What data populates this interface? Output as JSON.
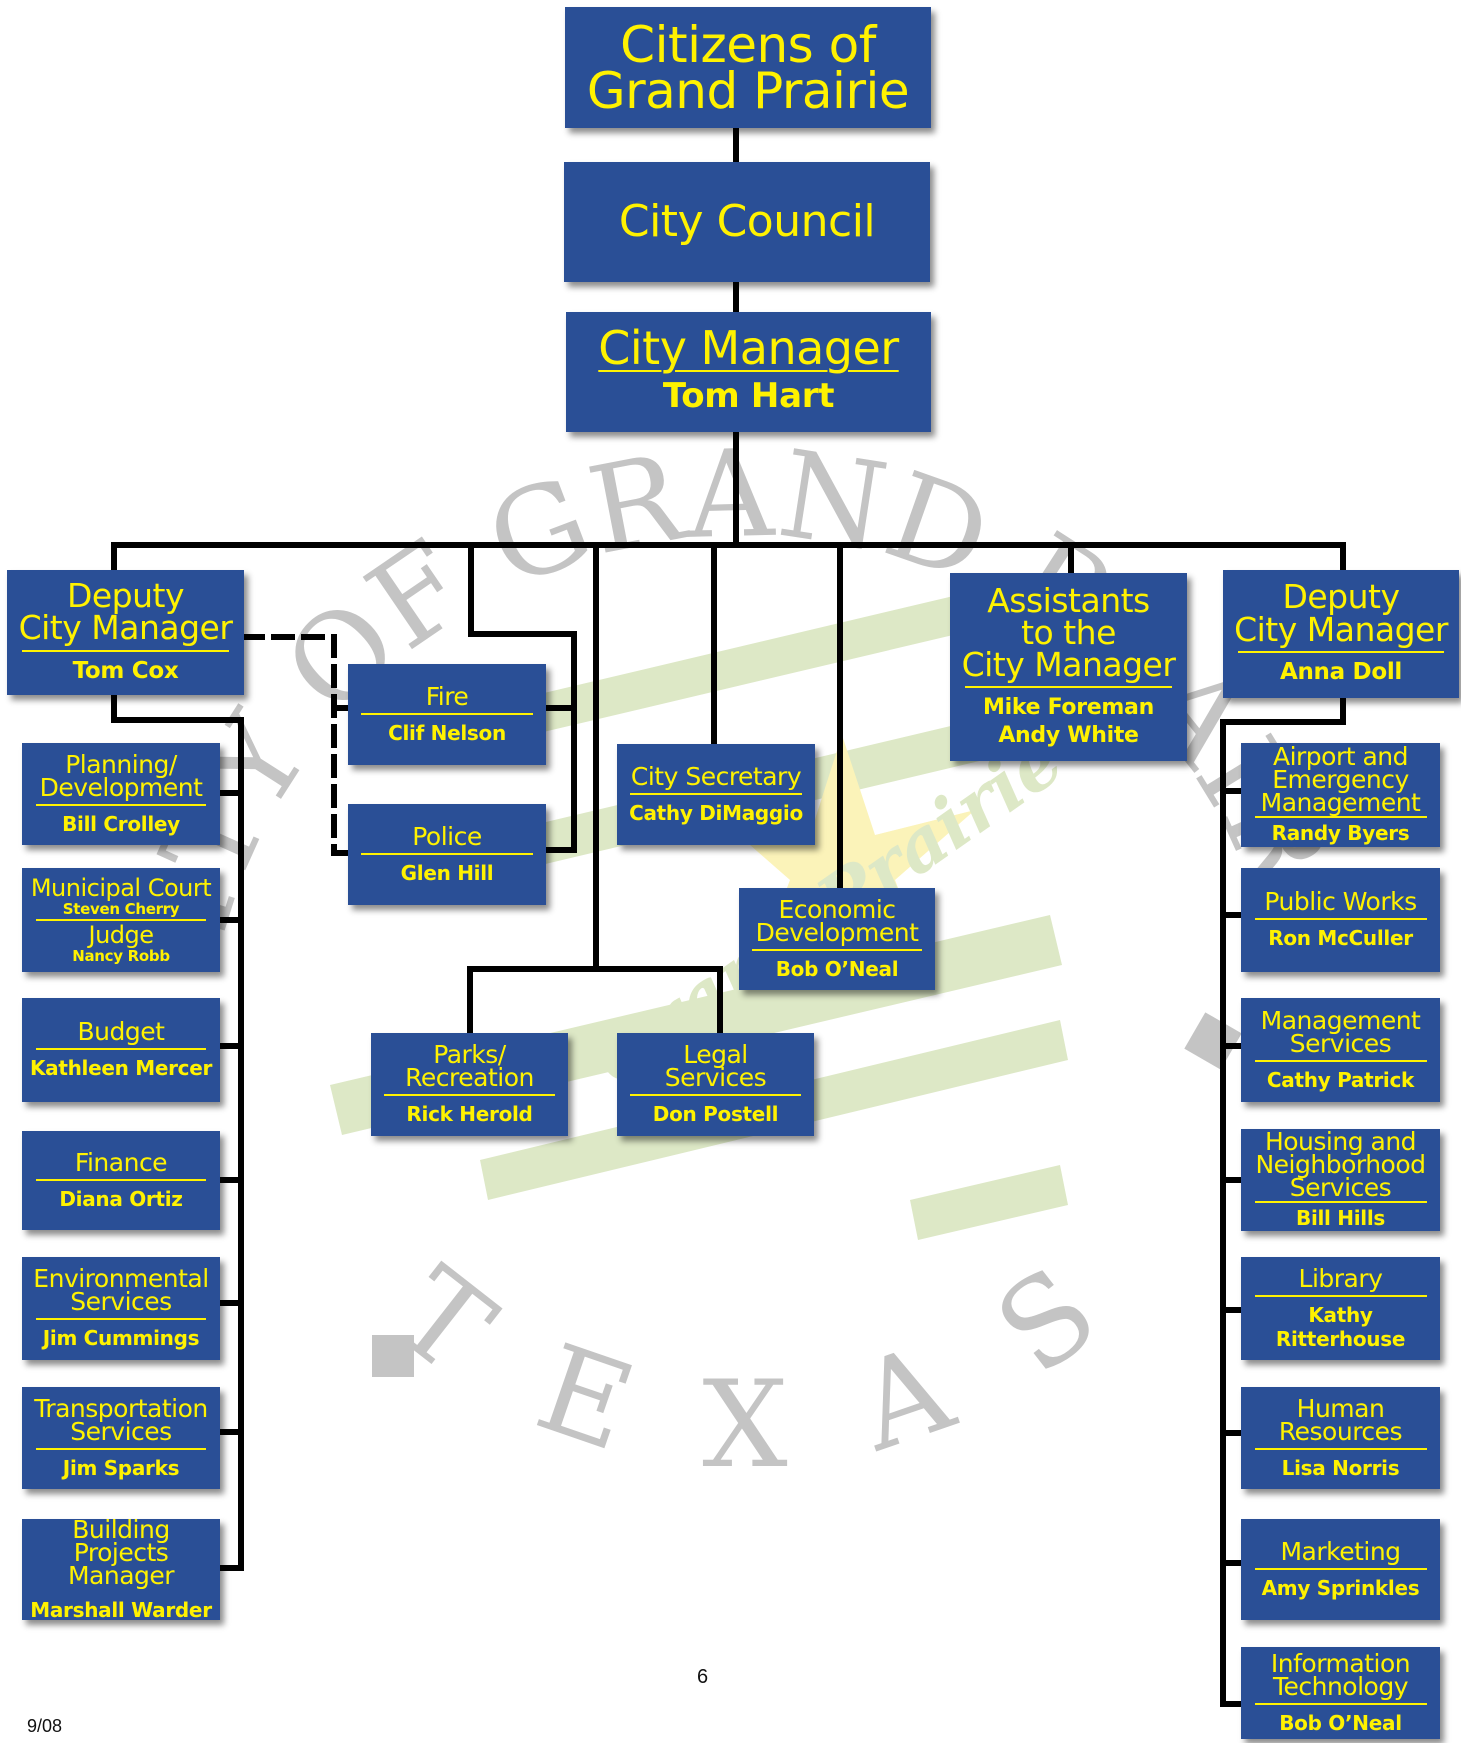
{
  "colors": {
    "box_fill": "#2a4f96",
    "box_text": "#fff200",
    "connector": "#000000",
    "watermark_text": "#c4c4c4",
    "watermark_stripes": "#dde8c6",
    "watermark_star": "#fbf3b9"
  },
  "watermark": {
    "seal_text": "CITY OF GRAND PRAIRIE",
    "seal_state": "TEXAS",
    "logo_text": "Grand Prairie"
  },
  "top": {
    "citizens": "Citizens of\nGrand Prairie",
    "council": "City Council",
    "manager_title": "City Manager",
    "manager_name": "Tom Hart"
  },
  "deputy_left": {
    "title": "Deputy\nCity Manager",
    "name": "Tom Cox"
  },
  "deputy_right": {
    "title": "Deputy\nCity Manager",
    "name": "Anna Doll"
  },
  "assistants": {
    "title": "Assistants\nto the\nCity Manager",
    "name": "Mike Foreman\nAndy White"
  },
  "center": {
    "fire": {
      "title": "Fire",
      "name": "Clif Nelson"
    },
    "police": {
      "title": "Police",
      "name": "Glen Hill"
    },
    "secretary": {
      "title": "City Secretary",
      "name": "Cathy DiMaggio"
    },
    "economic": {
      "title": "Economic\nDevelopment",
      "name": "Bob O’Neal"
    },
    "parks": {
      "title": "Parks/\nRecreation",
      "name": "Rick Herold"
    },
    "legal": {
      "title": "Legal\nServices",
      "name": "Don Postell"
    }
  },
  "left_column": [
    {
      "title": "Planning/\nDevelopment",
      "name": "Bill Crolley"
    },
    {
      "title": "Budget",
      "name": "Kathleen Mercer"
    },
    {
      "title": "Finance",
      "name": "Diana Ortiz"
    },
    {
      "title": "Environmental\nServices",
      "name": "Jim Cummings"
    },
    {
      "title": "Transportation\nServices",
      "name": "Jim Sparks"
    },
    {
      "title": "Building Projects\nManager",
      "name": "Marshall Warder"
    }
  ],
  "court": {
    "title1": "Municipal Court",
    "name1": "Steven Cherry",
    "title2": "Judge",
    "name2": "Nancy Robb"
  },
  "right_column": [
    {
      "title": "Airport and\nEmergency\nManagement",
      "name": "Randy Byers"
    },
    {
      "title": "Public Works",
      "name": "Ron McCuller"
    },
    {
      "title": "Management\nServices",
      "name": "Cathy Patrick"
    },
    {
      "title": "Housing and\nNeighborhood\nServices",
      "name": "Bill Hills"
    },
    {
      "title": "Library",
      "name": "Kathy Ritterhouse"
    },
    {
      "title": "Human\nResources",
      "name": "Lisa Norris"
    },
    {
      "title": "Marketing",
      "name": "Amy Sprinkles"
    },
    {
      "title": "Information\nTechnology",
      "name": "Bob O’Neal"
    }
  ],
  "footer": {
    "page_number": "6",
    "date": "9/08"
  }
}
